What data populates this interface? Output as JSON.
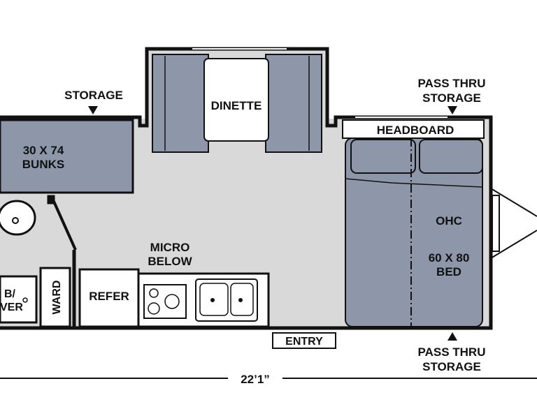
{
  "labels": {
    "storage_left": "STORAGE",
    "dinette": "DINETTE",
    "pass_thru_top_1": "PASS THRU",
    "pass_thru_top_2": "STORAGE",
    "headboard": "HEADBOARD",
    "bunks_1": "30 X 74",
    "bunks_2": "BUNKS",
    "ohc": "OHC",
    "bed_1": "60 X 80",
    "bed_2": "BED",
    "micro_1": "MICRO",
    "micro_2": "BELOW",
    "ward": "WARD",
    "refer": "REFER",
    "tub_1": "B/",
    "tub_2": "VER",
    "entry": "ENTRY",
    "pass_thru_bottom_1": "PASS THRU",
    "pass_thru_bottom_2": "STORAGE",
    "length": "22’1”"
  },
  "colors": {
    "wall": "#111111",
    "floor": "#d9d9d9",
    "furniture": "#8e97aa",
    "outline": "#111111",
    "white": "#ffffff"
  }
}
